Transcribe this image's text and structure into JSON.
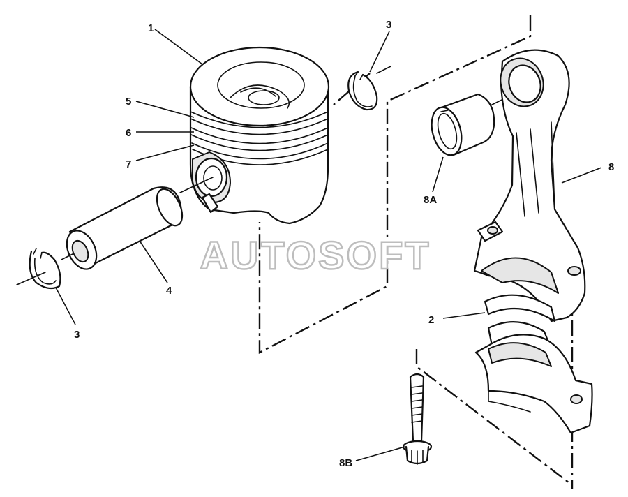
{
  "watermark": "AUTOSOFT",
  "callouts": {
    "piston": "1",
    "bearing": "2",
    "retaining_ring_top": "3",
    "retaining_ring_left": "3",
    "piston_pin": "4",
    "ring_top": "5",
    "ring_middle": "6",
    "ring_oil": "7",
    "connecting_rod": "8",
    "bushing": "8A",
    "bolt": "8B"
  }
}
